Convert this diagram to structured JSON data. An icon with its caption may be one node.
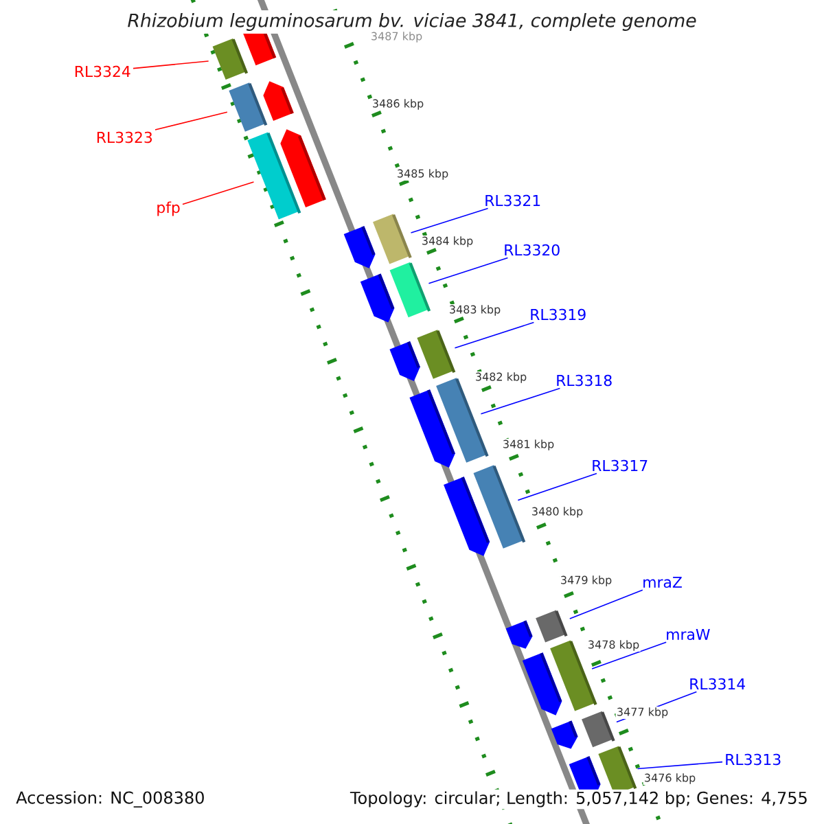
{
  "diagram": {
    "title": "Rhizobium leguminosarum bv. viciae 3841, complete genome",
    "nodes": [
      {
        "text": [
          "RL3324"
        ]
      },
      {
        "text": [
          "RL3323"
        ]
      },
      {
        "text": [
          "pfp"
        ]
      },
      {
        "text": [
          "RL3321"
        ]
      },
      {
        "text": [
          "RL3320"
        ]
      },
      {
        "text": [
          "RL3319"
        ]
      },
      {
        "text": [
          "RL3318"
        ]
      },
      {
        "text": [
          "RL3317"
        ]
      },
      {
        "text": [
          "mraZ"
        ]
      },
      {
        "text": [
          "mraW"
        ]
      },
      {
        "text": [
          "RL3314"
        ]
      },
      {
        "text": [
          "RL3313"
        ]
      },
      {
        "text": [],
        "shape": "bar"
      },
      {
        "text": [],
        "shape": "bar"
      },
      {
        "text": [],
        "shape": "bar"
      },
      {
        "text": [],
        "shape": "bar"
      },
      {
        "text": [],
        "shape": "bar"
      },
      {
        "text": [],
        "shape": "bar"
      },
      {
        "text": [],
        "shape": "bar"
      },
      {
        "text": [],
        "shape": "bar"
      },
      {
        "text": [],
        "shape": "bar"
      },
      {
        "text": [],
        "shape": "bar"
      },
      {
        "text": [],
        "shape": "bar"
      },
      {
        "text": [],
        "shape": "bar"
      }
    ],
    "edges": [
      {
        "from": 0,
        "to": 12,
        "arrow": "none",
        "color": "#ff0000"
      },
      {
        "from": 1,
        "to": 13,
        "arrow": "none",
        "color": "#ff0000"
      },
      {
        "from": 2,
        "to": 14,
        "arrow": "none",
        "color": "#ff0000"
      },
      {
        "from": 3,
        "to": 15,
        "arrow": "none"
      },
      {
        "from": 4,
        "to": 16,
        "arrow": "none"
      },
      {
        "from": 5,
        "to": 17,
        "arrow": "none"
      },
      {
        "from": 6,
        "to": 18,
        "arrow": "none"
      },
      {
        "from": 7,
        "to": 19,
        "arrow": "none"
      },
      {
        "from": 8,
        "to": 20,
        "arrow": "none"
      },
      {
        "from": 9,
        "to": 21,
        "arrow": "none"
      },
      {
        "from": 10,
        "to": 22,
        "arrow": "none"
      },
      {
        "from": 11,
        "to": 23,
        "arrow": "none"
      }
    ],
    "labels": [
      "3487 kbp",
      "3486 kbp",
      "3485 kbp",
      "3484 kbp",
      "3483 kbp",
      "3482 kbp",
      "3481 kbp",
      "3480 kbp",
      "3479 kbp",
      "3478 kbp",
      "3477 kbp",
      "3476 kbp",
      "Accession: NC_008380",
      "Topology: circular; Length: 5,057,142 bp; Genes: 4,755"
    ]
  }
}
